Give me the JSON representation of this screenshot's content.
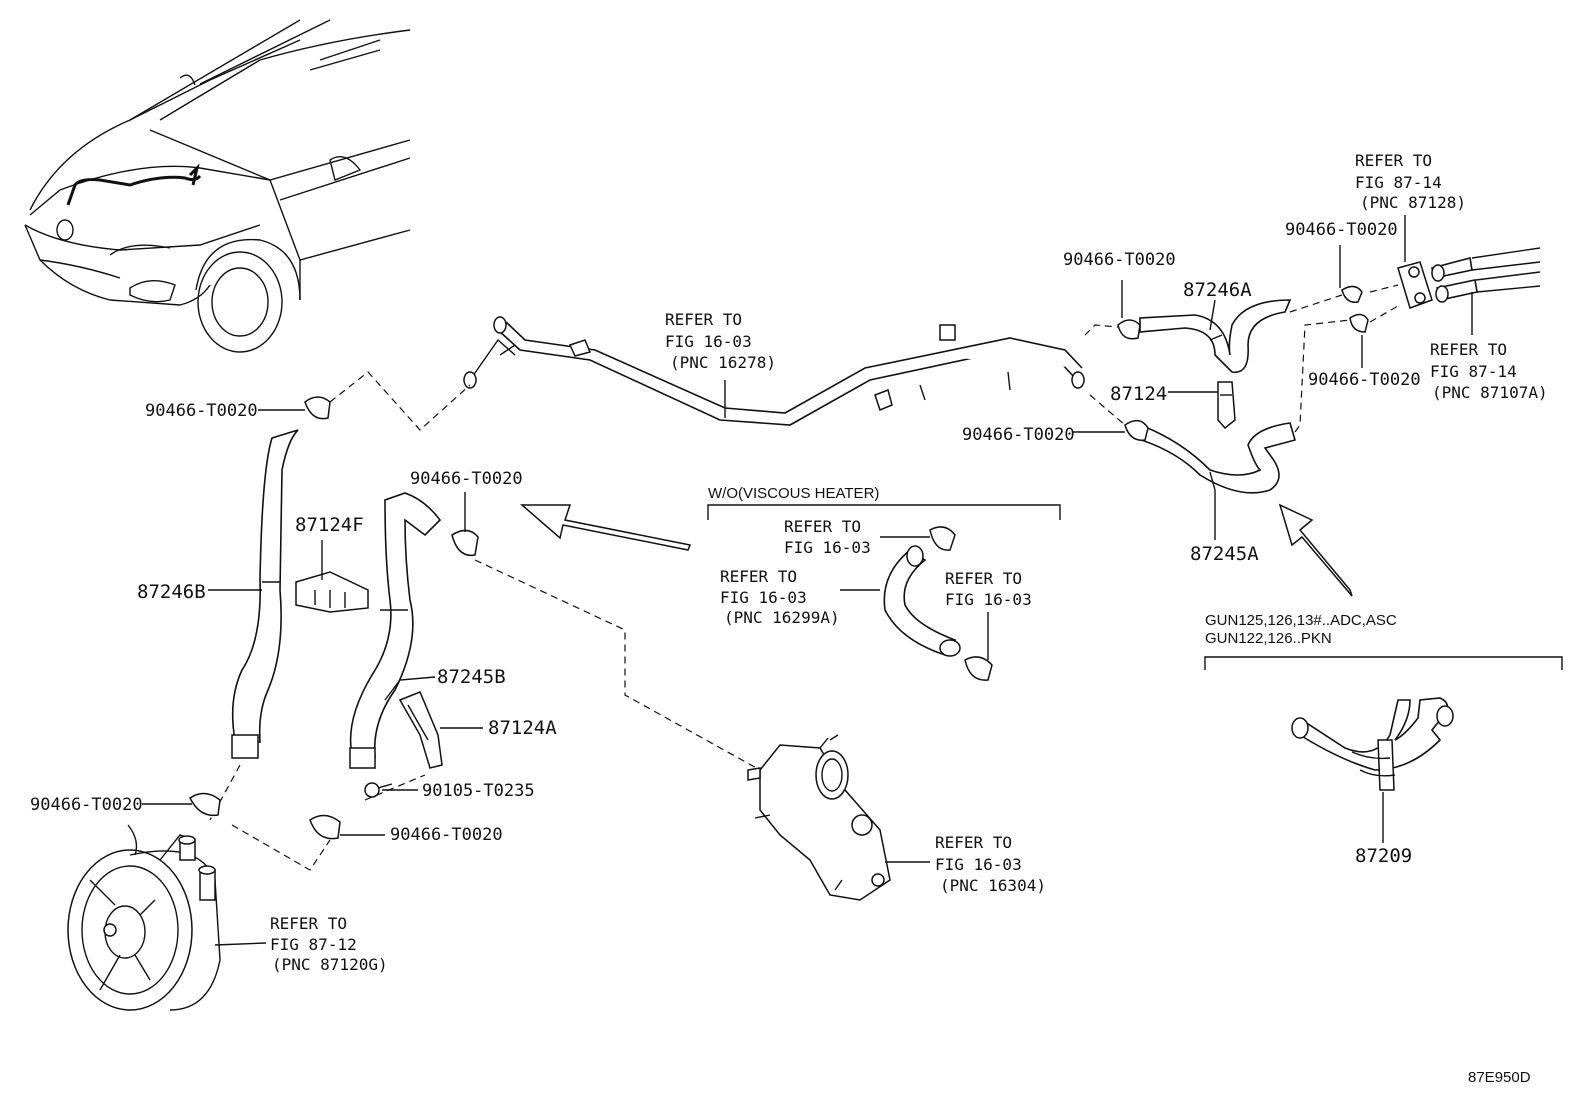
{
  "diagram_code": "87E950D",
  "parts": {
    "hose_87246A": "87246A",
    "hose_87246B": "87246B",
    "hose_87245A": "87245A",
    "hose_87245B": "87245B",
    "clamp_87124": "87124",
    "clamp_87124F": "87124F",
    "clamp_87124A": "87124A",
    "hose_87209": "87209",
    "bolt_90105": "90105-T0235",
    "clip_90466": "90466-T0020"
  },
  "refs": {
    "pipe": {
      "line1": "REFER TO",
      "line2": "FIG 16-03",
      "line3": "(PNC 16278)"
    },
    "top_right_upper": {
      "line1": "REFER TO",
      "line2": "FIG 87-14",
      "line3": "(PNC 87128)"
    },
    "top_right_lower": {
      "line1": "REFER TO",
      "line2": "FIG 87-14",
      "line3": "(PNC 87107A)"
    },
    "viscous_a": {
      "line1": "REFER TO",
      "line2": "FIG 16-03"
    },
    "viscous_b": {
      "line1": "REFER TO",
      "line2": "FIG 16-03",
      "line3": "(PNC 16299A)"
    },
    "viscous_c": {
      "line1": "REFER TO",
      "line2": "FIG 16-03"
    },
    "water_pump": {
      "line1": "REFER TO",
      "line2": "FIG 16-03",
      "line3": "(PNC 16304)"
    },
    "pump": {
      "line1": "REFER TO",
      "line2": "FIG 87-12",
      "line3": "(PNC 87120G)"
    }
  },
  "groups": {
    "viscous_heater": "W/O(VISCOUS HEATER)",
    "variant_line1": "GUN125,126,13#..ADC,ASC",
    "variant_line2": "GUN122,126..PKN"
  }
}
